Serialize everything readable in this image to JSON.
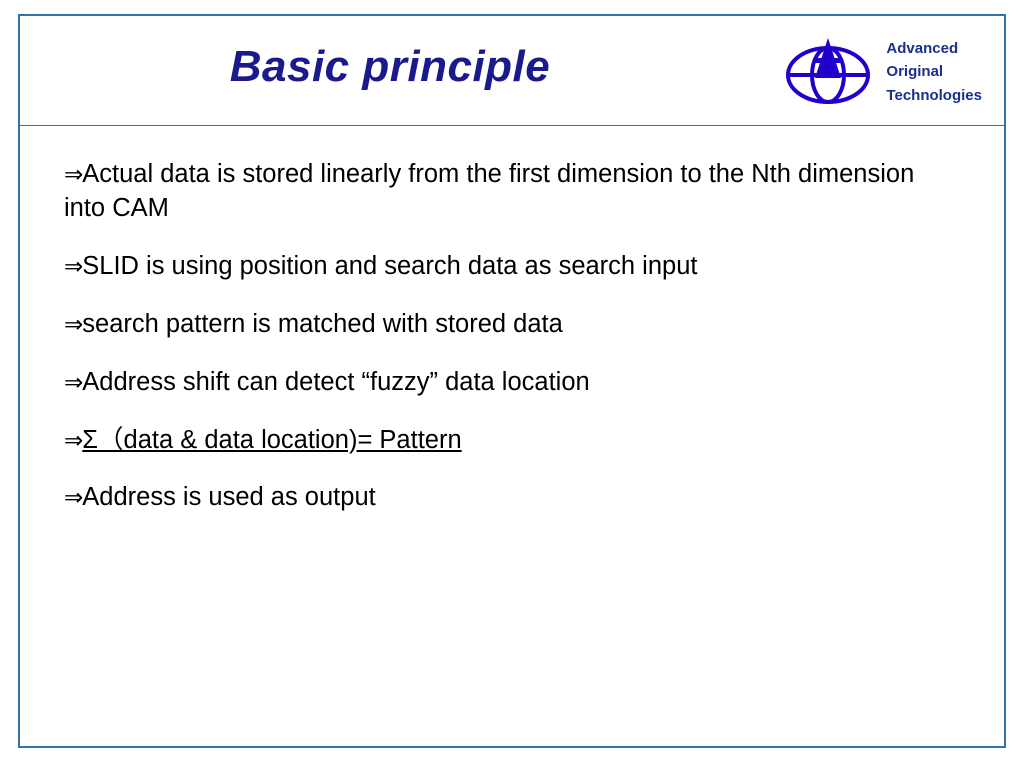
{
  "slide": {
    "title": "Basic principle",
    "logo": {
      "icon_name": "aot-circle-logo",
      "lines": [
        "Advanced",
        "Original",
        "Technologies"
      ],
      "color": "#2200cc",
      "text_color": "#1b2f8c"
    },
    "accent_color": "#2e74a8",
    "title_color": "#1a1a8c",
    "bullets": [
      {
        "marker": "⇒",
        "text": "Actual data is stored linearly from the first dimension to the Nth dimension into CAM",
        "underline": false
      },
      {
        "marker": "⇒",
        "text": "SLID is using position and search data as search input",
        "underline": false
      },
      {
        "marker": "⇒",
        "text": "search pattern is matched with stored data",
        "underline": false
      },
      {
        "marker": "⇒",
        "text": "Address shift can detect “fuzzy” data location",
        "underline": false
      },
      {
        "marker": "⇒",
        "text": "Σ（data & data location)= Pattern",
        "underline": true
      },
      {
        "marker": "⇒",
        "text": "Address is used as output",
        "underline": false
      }
    ]
  }
}
